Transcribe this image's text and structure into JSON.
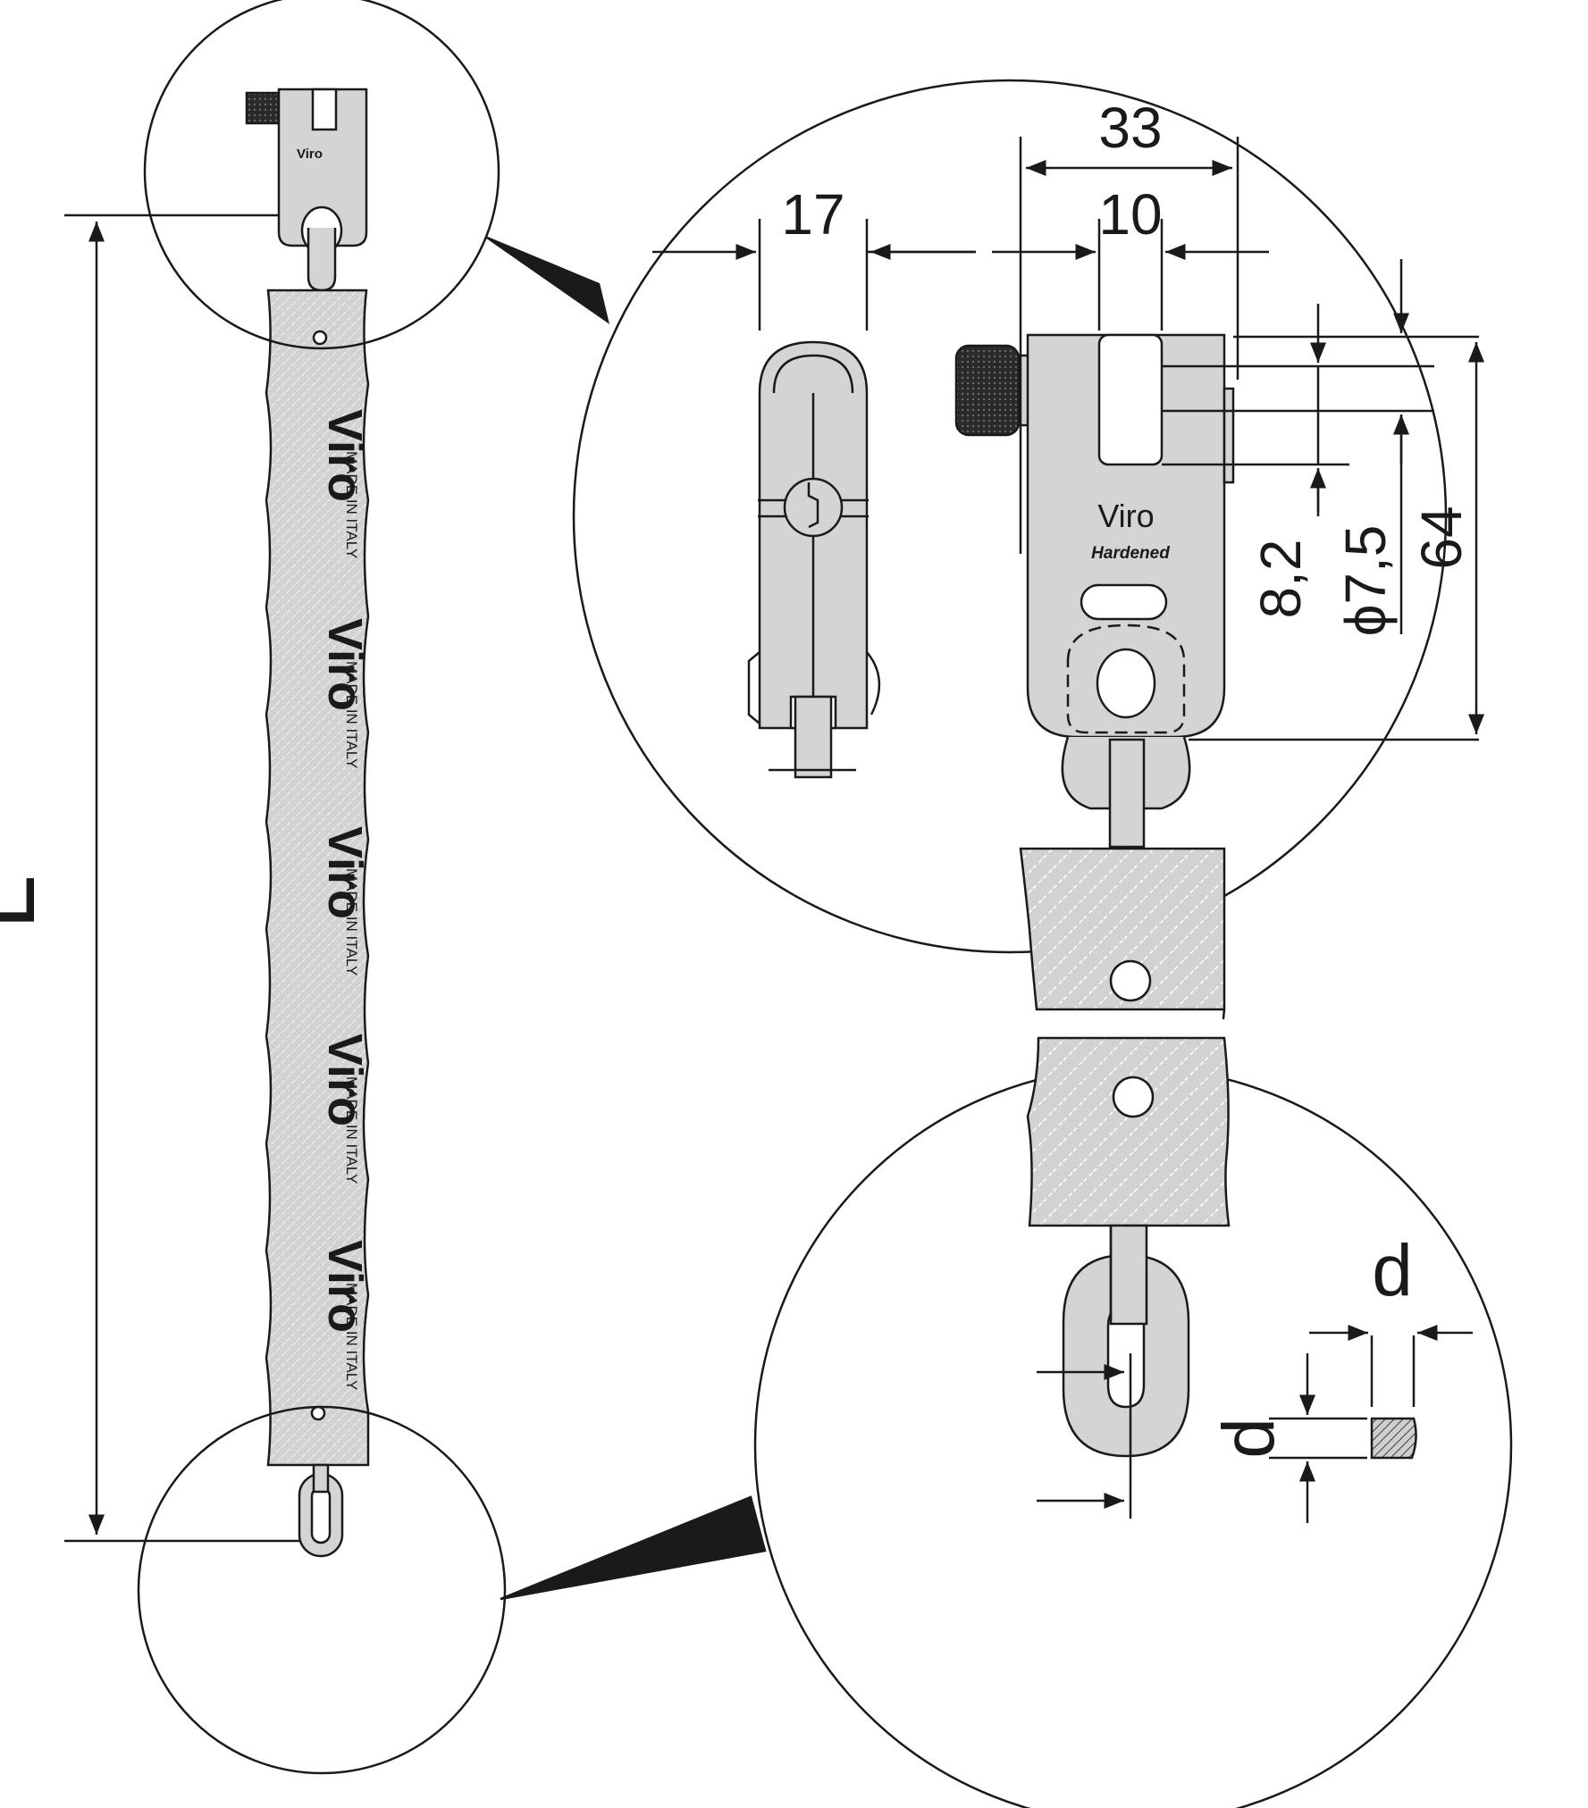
{
  "dimensions": {
    "length": "L",
    "width_17": "17",
    "width_33": "33",
    "slot_10": "10",
    "dim_8_2": "8,2",
    "dia_7_5": "ϕ7,5",
    "height_64": "64",
    "wire_d_top": "d",
    "wire_d_left": "d"
  },
  "markings": {
    "brand": "Viro",
    "sleeve_text": "MADE IN ITALY",
    "padlock_subtext": "Hardened"
  },
  "colors": {
    "line": "#1a1a1a",
    "metal": "#d4d4d4",
    "sleeve": "#d0d0d0",
    "knob": "#2a2a2a"
  }
}
